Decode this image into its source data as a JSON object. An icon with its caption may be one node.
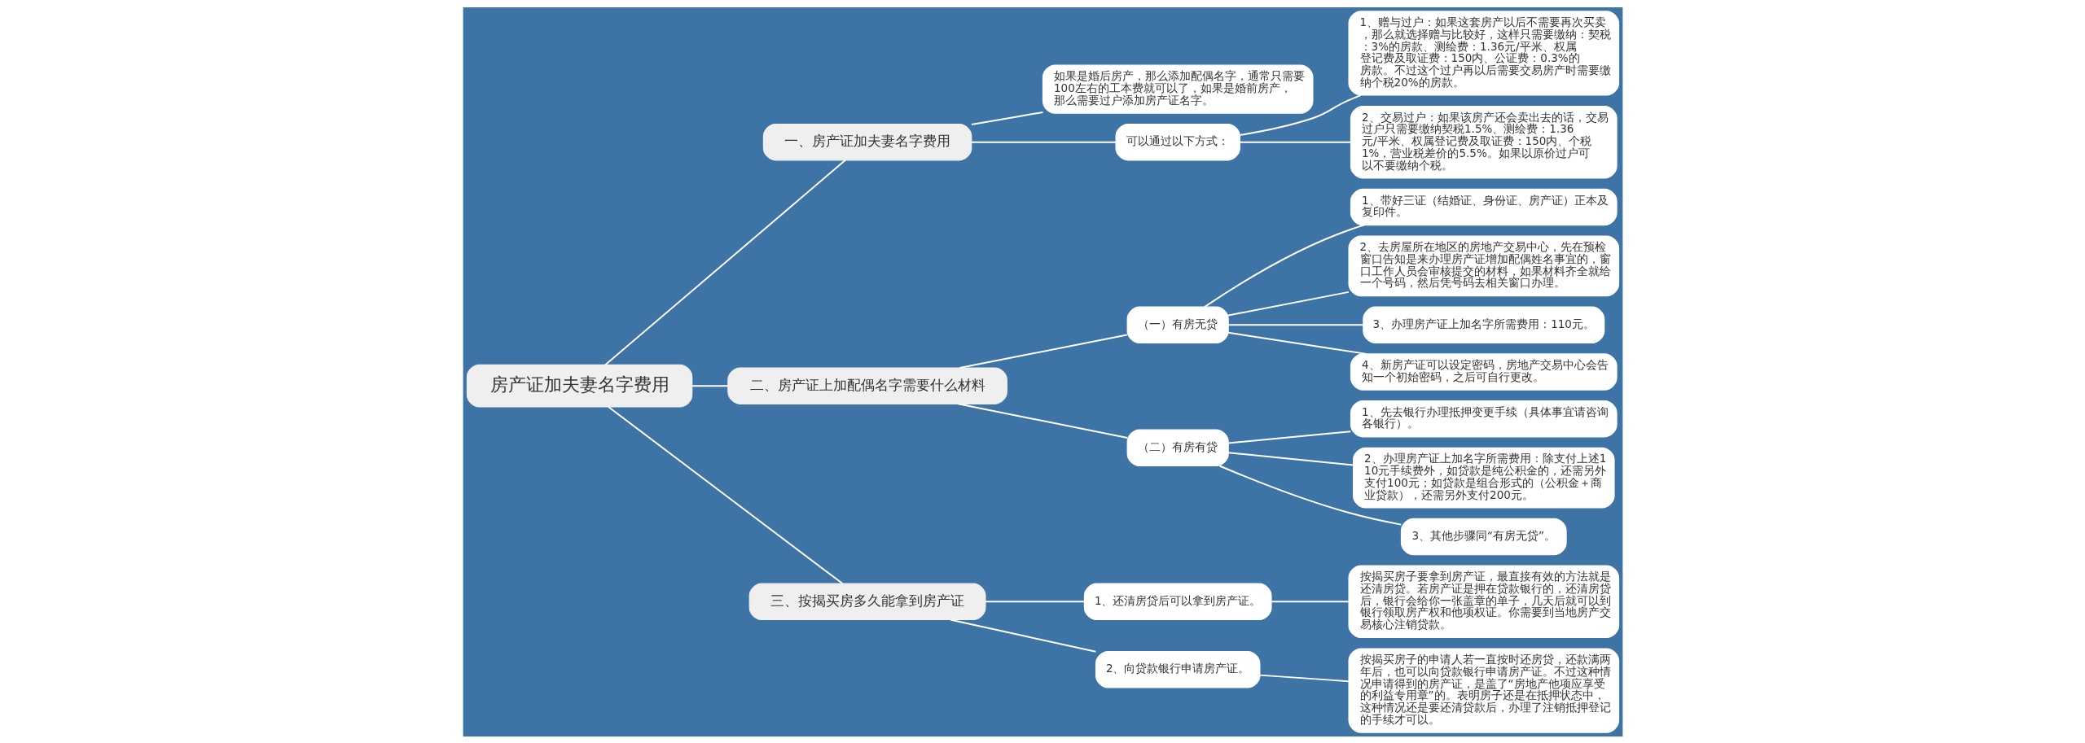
{
  "diagram": {
    "nodes": [
      {
        "text": [
          "房产证加夫妻名字费用"
        ]
      },
      {
        "text": [
          "一、房产证加夫妻名字费用"
        ]
      },
      {
        "text": [
          "如果是婚后房产，那么添加配偶名字，通常只需要100左右的工本费就可以了，如果是婚前房产，那么需要过户添加房产证名字。"
        ]
      },
      {
        "text": [
          "可以通过以下方式："
        ]
      },
      {
        "text": [
          "1、赠与过户：如果这套房产以后不需要再次买卖，那么就选择赠与比较好，这样只需要缴纳：契税：3%的房款、测绘费：1.36元/平米、权属登记费及取证费：150内、公证费：0.3%的房款。不过这个过户再以后需要交易房产时需要缴纳个税20%的房款。"
        ]
      },
      {
        "text": [
          "2、交易过户：如果该房产还会卖出去的话，交易过户只需要缴纳契税1.5%、测绘费：1.36元/平米、权属登记费及取证费：150内、个税1%，营业税差价的5.5%。如果以原价过户可以不要缴纳个税。"
        ]
      },
      {
        "text": [
          "二、房产证上加配偶名字需要什么材料"
        ]
      },
      {
        "text": [
          "（一）有房无贷"
        ]
      },
      {
        "text": [
          "1、带好三证（结婚证、身份证、房产证）正本及复印件。"
        ]
      },
      {
        "text": [
          "2、去房屋所在地区的房地产交易中心，先在预检窗口告知是来办理房产证增加配偶姓名事宜的，窗口工作人员会审核提交的材料，如果材料齐全就给一个号码，然后凭号码去相关窗口办理。"
        ]
      },
      {
        "text": [
          "3、办理房产证上加名字所需费用：110元。"
        ]
      },
      {
        "text": [
          "4、新房产证可以设定密码，房地产交易中心会告知一个初始密码，之后可自行更改。"
        ]
      },
      {
        "text": [
          "（二）有房有贷"
        ]
      },
      {
        "text": [
          "1、先去银行办理抵押变更手续（具体事宜请咨询各银行）。"
        ]
      },
      {
        "text": [
          "2、办理房产证上加名字所需费用：除支付上述110元手续费外，如贷款是纯公积金的，还需另外支付100元；如贷款是组合形式的（公积金＋商业贷款），还需另外支付200元。"
        ]
      },
      {
        "text": [
          "3、其他步骤同“有房无贷”。"
        ]
      },
      {
        "text": [
          "三、按揭买房多久能拿到房产证"
        ]
      },
      {
        "text": [
          "1、还清房贷后可以拿到房产证。"
        ]
      },
      {
        "text": [
          "按揭买房子要拿到房产证，最直接有效的方法就是还清房贷。若房产证是押在贷款银行的，还清房贷后，银行会给你一张盖章的单子，几天后就可以到银行领取房产权和他项权证。你需要到当地房产交易核心注销贷款。"
        ]
      },
      {
        "text": [
          "2、向贷款银行申请房产证。"
        ]
      },
      {
        "text": [
          "按揭买房子的申请人若一直按时还房贷，还款满两年后，也可以向贷款银行申请房产证。不过这种情况申请得到的房产证，是盖了“房地产他项应享受的利益专用章”的。表明房子还是在抵押状态中，这种情况还是要还清贷款后，办理了注销抵押登记的手续才可以。"
        ]
      }
    ],
    "edges": [
      {
        "from": 0,
        "to": 1,
        "arrow": "none"
      },
      {
        "from": 1,
        "to": 2,
        "arrow": "none"
      },
      {
        "from": 1,
        "to": 3,
        "arrow": "none"
      },
      {
        "from": 3,
        "to": 4,
        "arrow": "none"
      },
      {
        "from": 3,
        "to": 5,
        "arrow": "none"
      },
      {
        "from": 0,
        "to": 6,
        "arrow": "none"
      },
      {
        "from": 6,
        "to": 7,
        "arrow": "none"
      },
      {
        "from": 7,
        "to": 8,
        "arrow": "none"
      },
      {
        "from": 7,
        "to": 9,
        "arrow": "none"
      },
      {
        "from": 7,
        "to": 10,
        "arrow": "none"
      },
      {
        "from": 7,
        "to": 11,
        "arrow": "none"
      },
      {
        "from": 6,
        "to": 12,
        "arrow": "none"
      },
      {
        "from": 12,
        "to": 13,
        "arrow": "none"
      },
      {
        "from": 12,
        "to": 14,
        "arrow": "none"
      },
      {
        "from": 12,
        "to": 15,
        "arrow": "none"
      },
      {
        "from": 0,
        "to": 16,
        "arrow": "none"
      },
      {
        "from": 16,
        "to": 17,
        "arrow": "none"
      },
      {
        "from": 17,
        "to": 18,
        "arrow": "none"
      },
      {
        "from": 16,
        "to": 19,
        "arrow": "none"
      },
      {
        "from": 19,
        "to": 20,
        "arrow": "none"
      }
    ]
  }
}
